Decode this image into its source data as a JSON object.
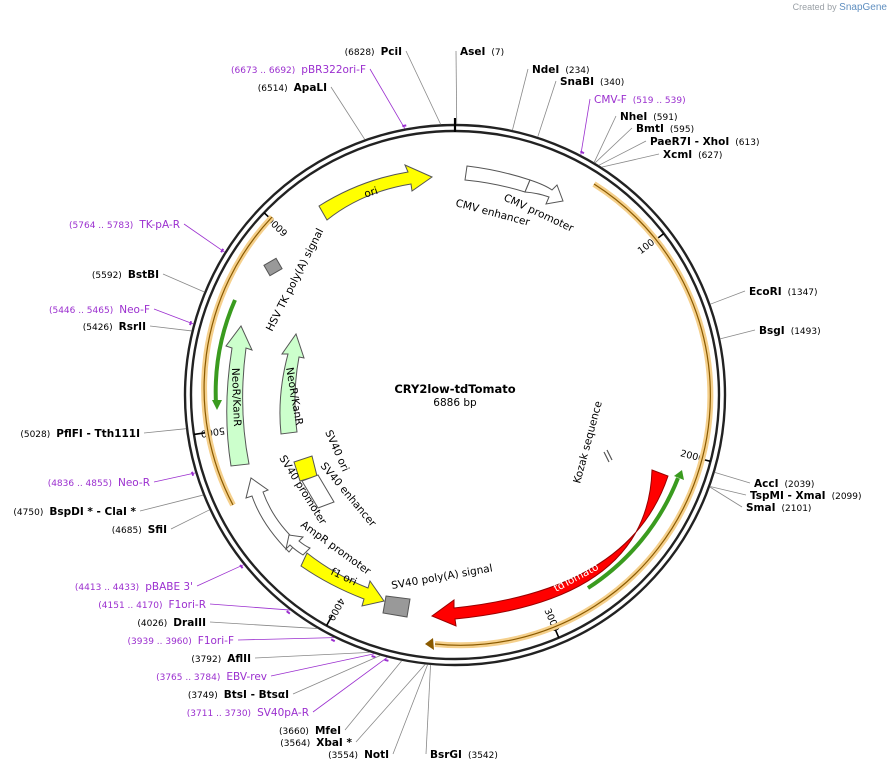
{
  "credit": {
    "prefix": "Created by",
    "brand": "SnapGene"
  },
  "plasmid": {
    "name": "CRY2low-tdTomato",
    "size_label": "6886 bp",
    "length": 6886
  },
  "colors": {
    "backbone": "#222222",
    "feature_text": "#000000",
    "primer": "#9b2fcf",
    "site_line": "#888888",
    "orf_fill": "#f5d08c",
    "ori_fill": "#ffff00",
    "neo_fill": "#ccffcc",
    "tdtomato_fill": "#ff0000",
    "terminator_fill": "#999999",
    "green_arrow": "#3a9b1f",
    "tick": "#000000"
  },
  "ticks": [
    {
      "bp": 1000,
      "label": "1000"
    },
    {
      "bp": 2000,
      "label": "2000"
    },
    {
      "bp": 3000,
      "label": "3000"
    },
    {
      "bp": 4000,
      "label": "4000"
    },
    {
      "bp": 5000,
      "label": "5000"
    },
    {
      "bp": 6000,
      "label": "6000"
    }
  ],
  "sites": [
    {
      "pre": "(6828)",
      "name": "PciI",
      "post": "",
      "bp": 6828
    },
    {
      "pre": "",
      "name": "AseI",
      "post": "(7)",
      "bp": 7
    },
    {
      "pre": "",
      "name": "NdeI",
      "post": "(234)",
      "bp": 234
    },
    {
      "pre": "",
      "name": "SnaBI",
      "post": "(340)",
      "bp": 340
    },
    {
      "pre": "(6673 .. 6692)",
      "name": "pBR322ori-F",
      "post": "",
      "bp": 6682,
      "primer": true
    },
    {
      "pre": "(6514)",
      "name": "ApaLI",
      "post": "",
      "bp": 6514
    },
    {
      "pre": "",
      "name": "CMV-F",
      "post": "(519 .. 539)",
      "bp": 529,
      "primer": true
    },
    {
      "pre": "",
      "name": "NheI",
      "post": "(591)",
      "bp": 591
    },
    {
      "pre": "",
      "name": "BmtI",
      "post": "(595)",
      "bp": 595
    },
    {
      "pre": "",
      "name": "PaeR7I - XhoI",
      "post": "(613)",
      "bp": 613
    },
    {
      "pre": "",
      "name": "XcmI",
      "post": "(627)",
      "bp": 627
    },
    {
      "pre": "",
      "name": "EcoRI",
      "post": "(1347)",
      "bp": 1347
    },
    {
      "pre": "",
      "name": "BsgI",
      "post": "(1493)",
      "bp": 1493
    },
    {
      "pre": "",
      "name": "AccI",
      "post": "(2039)",
      "bp": 2039
    },
    {
      "pre": "",
      "name": "TspMI - XmaI",
      "post": "(2099)",
      "bp": 2099
    },
    {
      "pre": "",
      "name": "SmaI",
      "post": "(2101)",
      "bp": 2101
    },
    {
      "pre": "(5764 .. 5783)",
      "name": "TK-pA-R",
      "post": "",
      "bp": 5773,
      "primer": true
    },
    {
      "pre": "(5592)",
      "name": "BstBI",
      "post": "",
      "bp": 5592
    },
    {
      "pre": "(5446 .. 5465)",
      "name": "Neo-F",
      "post": "",
      "bp": 5455,
      "primer": true
    },
    {
      "pre": "(5426)",
      "name": "RsrII",
      "post": "",
      "bp": 5426
    },
    {
      "pre": "(5028)",
      "name": "PflFI - Tth111I",
      "post": "",
      "bp": 5028
    },
    {
      "pre": "(4836 .. 4855)",
      "name": "Neo-R",
      "post": "",
      "bp": 4845,
      "primer": true
    },
    {
      "pre": "(4750)",
      "name": "BspDI * - ClaI *",
      "post": "",
      "bp": 4750
    },
    {
      "pre": "(4685)",
      "name": "SfiI",
      "post": "",
      "bp": 4685
    },
    {
      "pre": "(4413 .. 4433)",
      "name": "pBABE 3'",
      "post": "",
      "bp": 4423,
      "primer": true
    },
    {
      "pre": "(4151 .. 4170)",
      "name": "F1ori-R",
      "post": "",
      "bp": 4160,
      "primer": true
    },
    {
      "pre": "(4026)",
      "name": "DraIII",
      "post": "",
      "bp": 4026
    },
    {
      "pre": "(3939 .. 3960)",
      "name": "F1ori-F",
      "post": "",
      "bp": 3949,
      "primer": true
    },
    {
      "pre": "(3792)",
      "name": "AflII",
      "post": "",
      "bp": 3792
    },
    {
      "pre": "(3765 .. 3784)",
      "name": "EBV-rev",
      "post": "",
      "bp": 3774,
      "primer": true
    },
    {
      "pre": "(3749)",
      "name": "BtsI - BtsαI",
      "post": "",
      "bp": 3749
    },
    {
      "pre": "(3711 .. 3730)",
      "name": "SV40pA-R",
      "post": "",
      "bp": 3720,
      "primer": true
    },
    {
      "pre": "(3660)",
      "name": "MfeI",
      "post": "",
      "bp": 3660
    },
    {
      "pre": "(3564)",
      "name": "XbaI *",
      "post": "",
      "bp": 3564
    },
    {
      "pre": "(3554)",
      "name": "NotI",
      "post": "",
      "bp": 3554
    },
    {
      "pre": "",
      "name": "BsrGI",
      "post": "(3542)",
      "bp": 3542
    }
  ],
  "features": [
    {
      "label": "ori"
    },
    {
      "label": "CMV enhancer"
    },
    {
      "label": "CMV promoter"
    },
    {
      "label": "HSV TK poly(A) signal"
    },
    {
      "label": "NeoR/KanR"
    },
    {
      "label": "NeoR/KanR"
    },
    {
      "label": "SV40 ori"
    },
    {
      "label": "SV40 enhancer"
    },
    {
      "label": "SV40 promoter"
    },
    {
      "label": "AmpR promoter"
    },
    {
      "label": "f1 ori"
    },
    {
      "label": "SV40 poly(A) signal"
    },
    {
      "label": "tdTomato"
    },
    {
      "label": "Kozak sequence"
    }
  ]
}
